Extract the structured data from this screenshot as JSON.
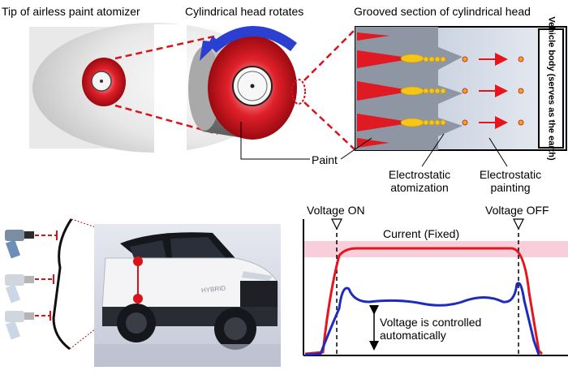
{
  "top": {
    "title_tip": "Tip of airless paint atomizer",
    "title_head": "Cylindrical head rotates",
    "title_groove": "Grooved section of cylindrical head",
    "paint_label": "Paint",
    "electrostatic_atomization": [
      "Electrostatic",
      "atomization"
    ],
    "electrostatic_painting": [
      "Electrostatic",
      "painting"
    ],
    "vehicle_body": "Vehicle body (serves as the earth)"
  },
  "chart": {
    "voltage_on": "Voltage ON",
    "voltage_off": "Voltage OFF",
    "current_fixed": "Current (Fixed)",
    "controlled": [
      "Voltage is controlled",
      "automatically"
    ]
  },
  "car": {
    "side_text": "HYBRID"
  },
  "colors": {
    "current_line": "#e8141b",
    "voltage_line": "#1f2bbf",
    "band": "#f7c5d5",
    "paint_red": "#d8141b",
    "arrow_blue": "#2b3fd1",
    "droplet": "#f5c518"
  }
}
